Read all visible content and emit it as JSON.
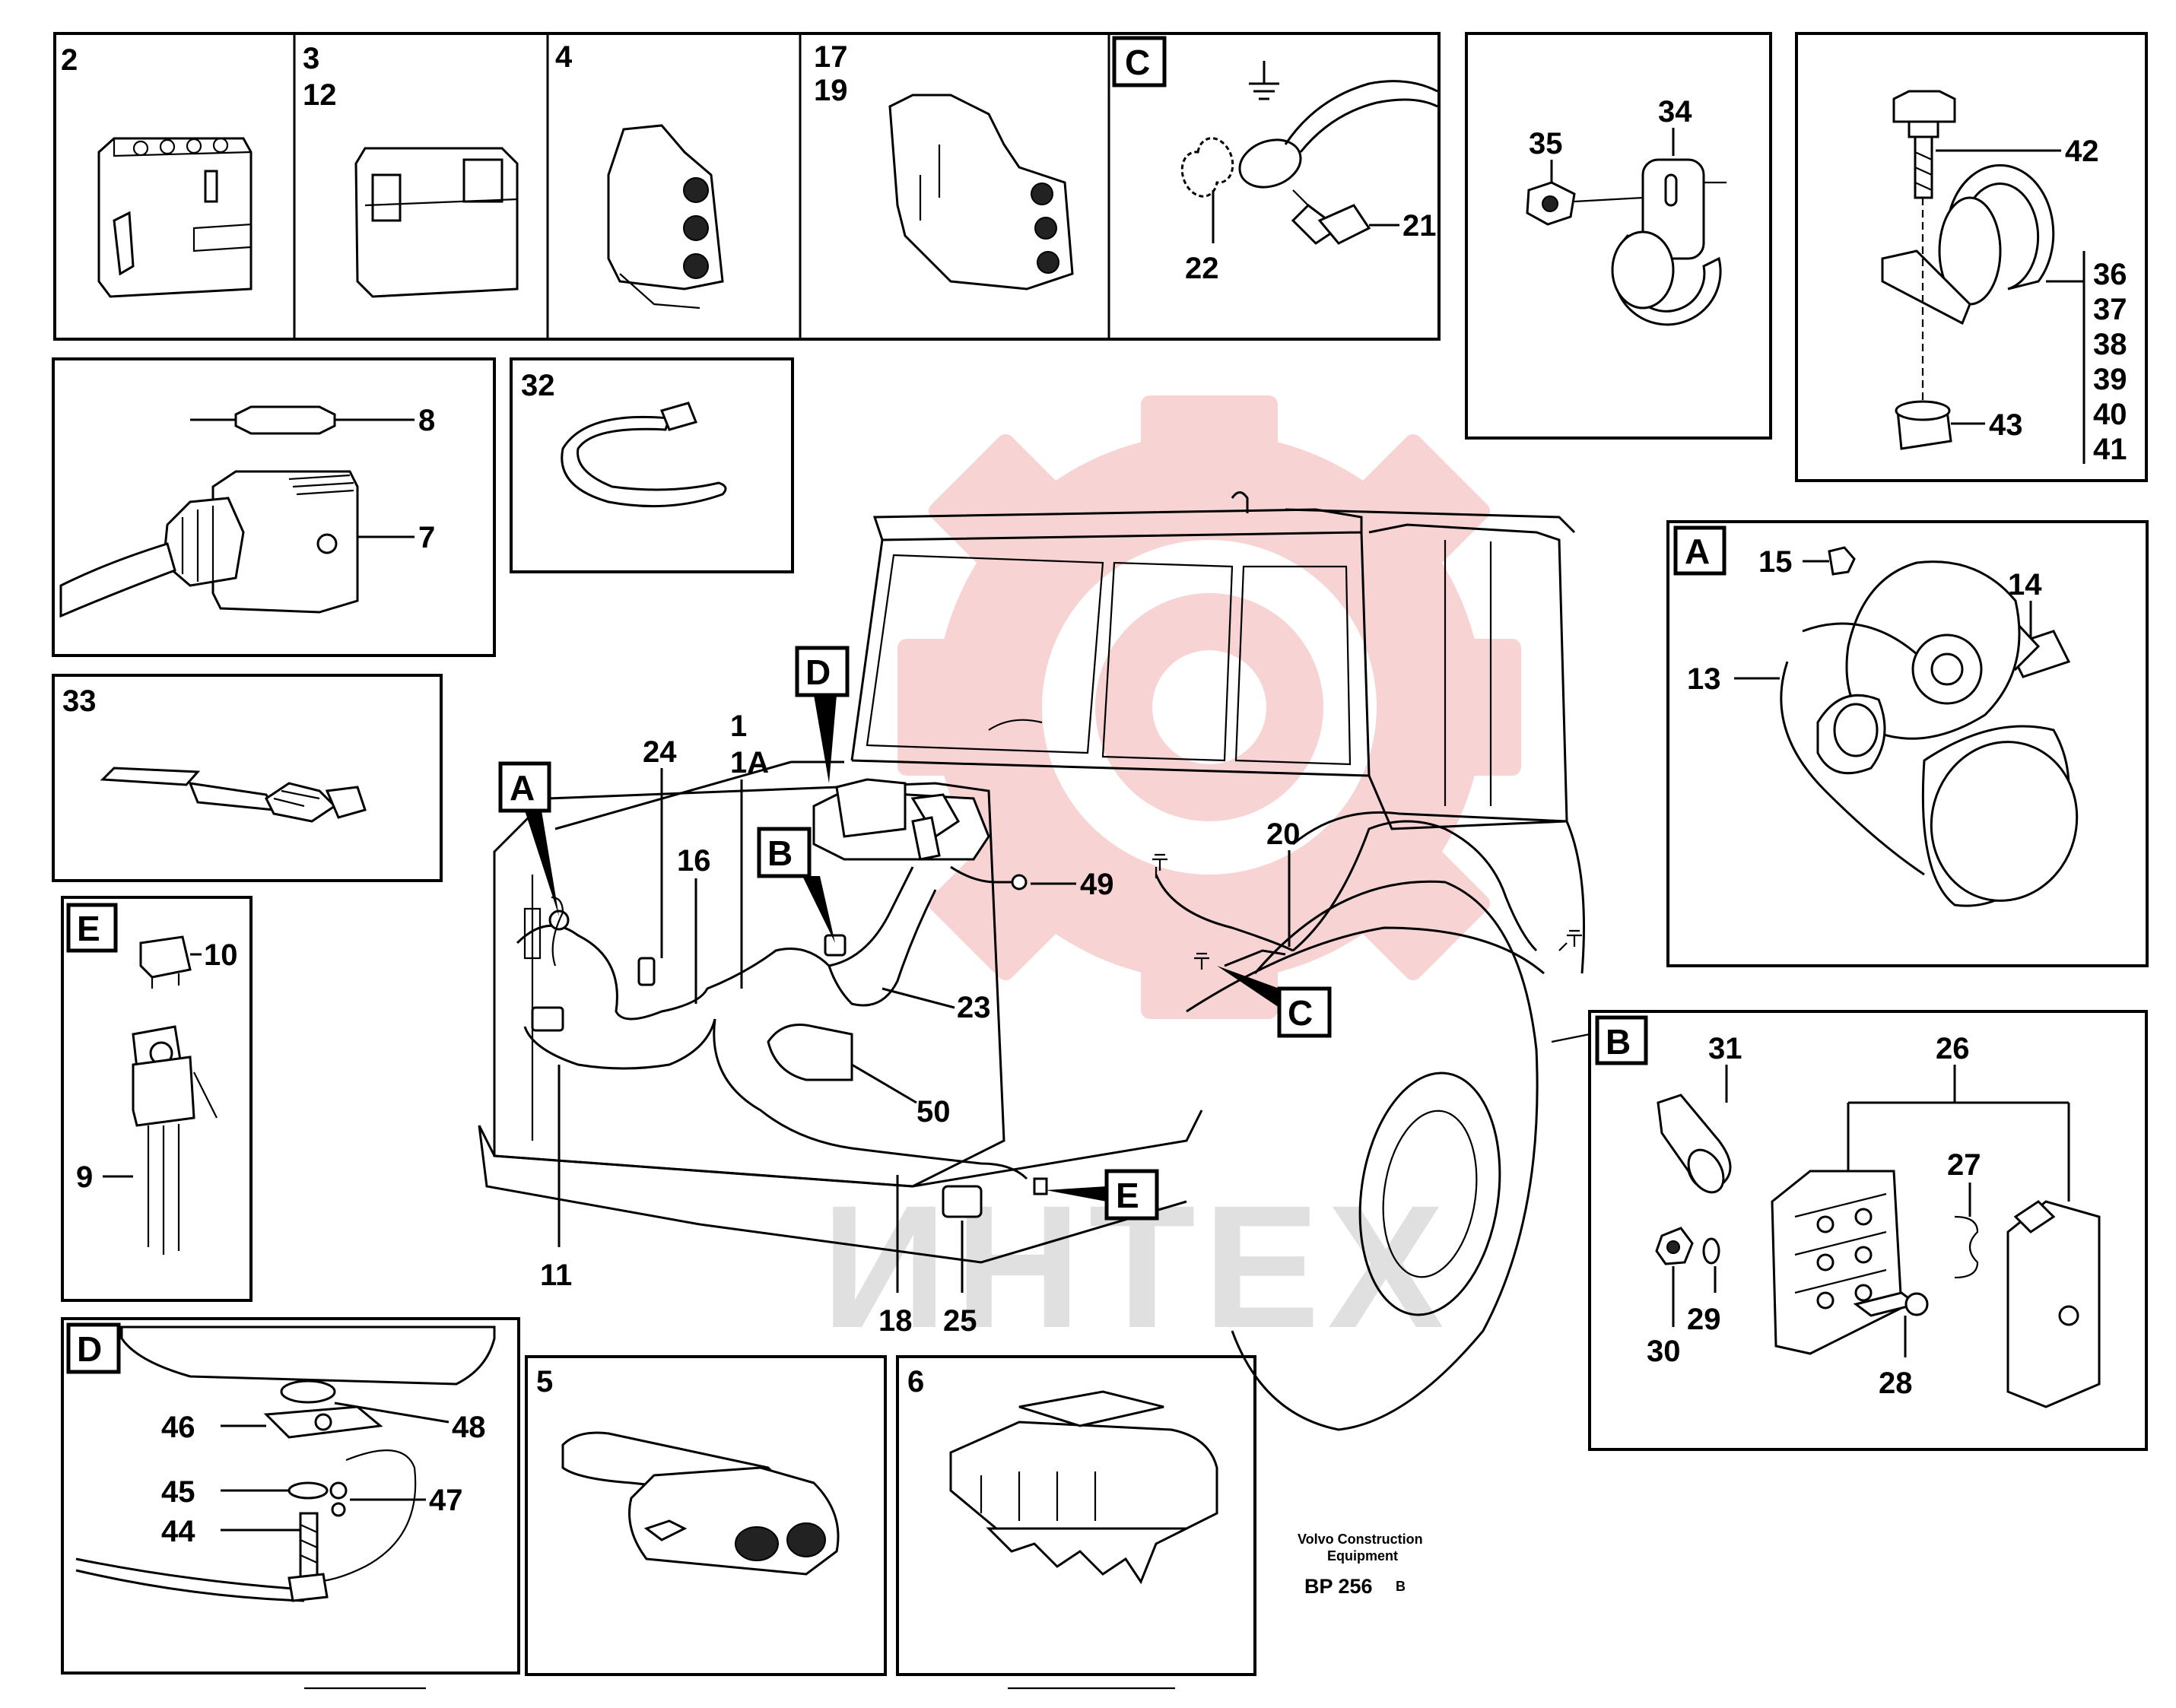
{
  "panels": {
    "p2": {
      "nums": [
        "2"
      ]
    },
    "p3": {
      "nums": [
        "3",
        "12"
      ]
    },
    "p4": {
      "nums": [
        "4"
      ]
    },
    "p17": {
      "nums": [
        "17",
        "19"
      ]
    },
    "pC": {
      "letter": "C",
      "callouts": [
        "21",
        "22"
      ]
    },
    "p34": {
      "callouts": [
        "34",
        "35"
      ]
    },
    "p36": {
      "callouts": [
        "42",
        "43"
      ],
      "stack": [
        "36",
        "37",
        "38",
        "39",
        "40",
        "41"
      ]
    },
    "p7": {
      "callouts": [
        "8",
        "7"
      ]
    },
    "p32": {
      "nums": [
        "32"
      ]
    },
    "p33": {
      "nums": [
        "33"
      ]
    },
    "pA": {
      "letter": "A",
      "callouts": [
        "15",
        "14",
        "13"
      ]
    },
    "pE": {
      "letter": "E",
      "callouts": [
        "10",
        "9"
      ]
    },
    "pB": {
      "letter": "B",
      "callouts": [
        "31",
        "26",
        "27",
        "30",
        "29",
        "28"
      ]
    },
    "pD": {
      "letter": "D",
      "callouts": [
        "46",
        "48",
        "45",
        "47",
        "44"
      ]
    },
    "p5": {
      "nums": [
        "5"
      ]
    },
    "p6": {
      "nums": [
        "6"
      ]
    }
  },
  "main": {
    "tags": [
      "D",
      "A",
      "B",
      "C",
      "E"
    ],
    "callouts": [
      "24",
      "1",
      "1A",
      "16",
      "49",
      "20",
      "23",
      "50",
      "11",
      "18",
      "25"
    ]
  },
  "footer": {
    "maker_line1": "Volvo Construction",
    "maker_line2": "Equipment",
    "code": "BP 256",
    "rev": "B"
  },
  "watermark": {
    "text": "ИНТЕХ",
    "color": "#f4b7b7"
  }
}
